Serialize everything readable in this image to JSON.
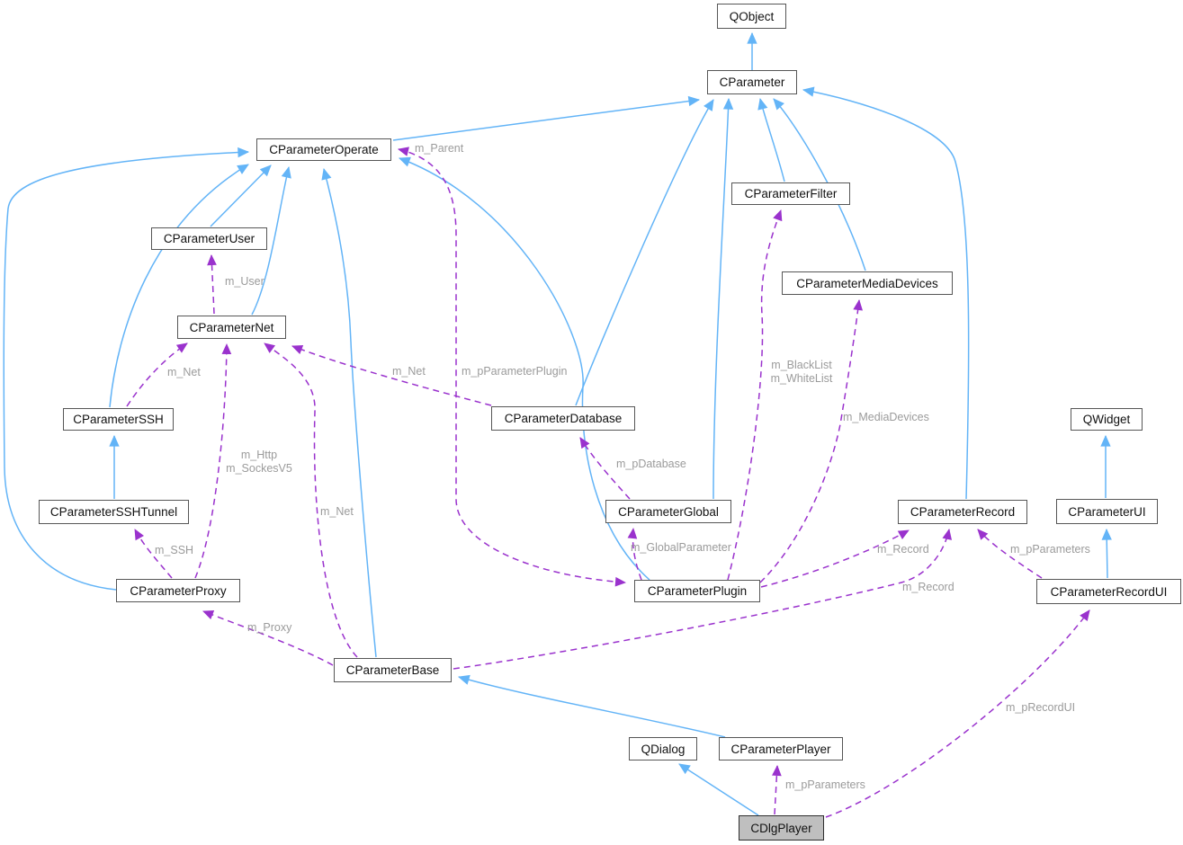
{
  "diagram": {
    "type": "class-collaboration-graph",
    "colors": {
      "inheritance_edge": "#63b4f7",
      "usage_edge": "#9a32cd",
      "edge_label_text": "#9b9b9b",
      "node_background": "#ffffff",
      "node_border": "#565656",
      "selected_node_background": "#bfbfbf"
    },
    "nodes": {
      "qobject": {
        "label": "QObject"
      },
      "cparameter": {
        "label": "CParameter"
      },
      "cparameteroperate": {
        "label": "CParameterOperate"
      },
      "cparameterfilter": {
        "label": "CParameterFilter"
      },
      "cparameteruser": {
        "label": "CParameterUser"
      },
      "cparametermediadevices": {
        "label": "CParameterMediaDevices"
      },
      "cparameternet": {
        "label": "CParameterNet"
      },
      "cparameterssh": {
        "label": "CParameterSSH"
      },
      "cparameterdatabase": {
        "label": "CParameterDatabase"
      },
      "qwidget": {
        "label": "QWidget"
      },
      "cparametersshtunnel": {
        "label": "CParameterSSHTunnel"
      },
      "cparameterglobal": {
        "label": "CParameterGlobal"
      },
      "cparameterrecord": {
        "label": "CParameterRecord"
      },
      "cparameterui": {
        "label": "CParameterUI"
      },
      "cparameterproxy": {
        "label": "CParameterProxy"
      },
      "cparameterplugin": {
        "label": "CParameterPlugin"
      },
      "cparameterrecordui": {
        "label": "CParameterRecordUI"
      },
      "cparameterbase": {
        "label": "CParameterBase"
      },
      "qdialog": {
        "label": "QDialog"
      },
      "cparameterplayer": {
        "label": "CParameterPlayer"
      },
      "cdlgplayer": {
        "label": "CDlgPlayer",
        "selected": true
      }
    },
    "edge_labels": {
      "m_parent": "m_Parent",
      "m_pparameterplugin": "m_pParameterPlugin",
      "m_user": "m_User",
      "m_net_ssh": "m_Net",
      "m_http": "m_Http",
      "m_sockesv5": "m_SockesV5",
      "m_ssh": "m_SSH",
      "m_net_base": "m_Net",
      "m_net_db": "m_Net",
      "m_pdatabase": "m_pDatabase",
      "m_globalparameter": "m_GlobalParameter",
      "m_blacklist": "m_BlackList",
      "m_whitelist": "m_WhiteList",
      "m_mediadevices": "m_MediaDevices",
      "m_record_plugin": "m_Record",
      "m_record_base": "m_Record",
      "m_pparameters_recordui": "m_pParameters",
      "m_proxy": "m_Proxy",
      "m_pparameters_player": "m_pParameters",
      "m_precordui": "m_pRecordUI"
    },
    "edges": [
      {
        "type": "inheritance",
        "from": "CParameter",
        "to": "QObject"
      },
      {
        "type": "inheritance",
        "from": "CParameterOperate",
        "to": "CParameter"
      },
      {
        "type": "inheritance",
        "from": "CParameterUser",
        "to": "CParameterOperate"
      },
      {
        "type": "inheritance",
        "from": "CParameterNet",
        "to": "CParameterOperate"
      },
      {
        "type": "inheritance",
        "from": "CParameterSSH",
        "to": "CParameterOperate"
      },
      {
        "type": "inheritance",
        "from": "CParameterSSHTunnel",
        "to": "CParameterSSH"
      },
      {
        "type": "inheritance",
        "from": "CParameterProxy",
        "to": "CParameterOperate"
      },
      {
        "type": "inheritance",
        "from": "CParameterBase",
        "to": "CParameterOperate"
      },
      {
        "type": "inheritance",
        "from": "CParameterPlugin",
        "to": "CParameterOperate"
      },
      {
        "type": "inheritance",
        "from": "CParameterDatabase",
        "to": "CParameter"
      },
      {
        "type": "inheritance",
        "from": "CParameterGlobal",
        "to": "CParameter"
      },
      {
        "type": "inheritance",
        "from": "CParameterFilter",
        "to": "CParameter"
      },
      {
        "type": "inheritance",
        "from": "CParameterMediaDevices",
        "to": "CParameter"
      },
      {
        "type": "inheritance",
        "from": "CParameterRecord",
        "to": "CParameter"
      },
      {
        "type": "inheritance",
        "from": "CParameterUI",
        "to": "QWidget"
      },
      {
        "type": "inheritance",
        "from": "CParameterRecordUI",
        "to": "CParameterUI"
      },
      {
        "type": "inheritance",
        "from": "CParameterPlayer",
        "to": "CParameterBase"
      },
      {
        "type": "inheritance",
        "from": "CDlgPlayer",
        "to": "QDialog"
      },
      {
        "type": "usage",
        "from": "CParameterPlugin",
        "to": "CParameterOperate",
        "labels": [
          "m_Parent",
          "m_pParameterPlugin"
        ],
        "bidirectional": true
      },
      {
        "type": "usage",
        "from": "CParameterNet",
        "to": "CParameterUser",
        "labels": [
          "m_User"
        ]
      },
      {
        "type": "usage",
        "from": "CParameterSSH",
        "to": "CParameterNet",
        "labels": [
          "m_Net"
        ]
      },
      {
        "type": "usage",
        "from": "CParameterProxy",
        "to": "CParameterNet",
        "labels": [
          "m_Http",
          "m_SockesV5"
        ]
      },
      {
        "type": "usage",
        "from": "CParameterProxy",
        "to": "CParameterSSHTunnel",
        "labels": [
          "m_SSH"
        ]
      },
      {
        "type": "usage",
        "from": "CParameterBase",
        "to": "CParameterNet",
        "labels": [
          "m_Net"
        ]
      },
      {
        "type": "usage",
        "from": "CParameterDatabase",
        "to": "CParameterNet",
        "labels": [
          "m_Net"
        ]
      },
      {
        "type": "usage",
        "from": "CParameterGlobal",
        "to": "CParameterDatabase",
        "labels": [
          "m_pDatabase"
        ]
      },
      {
        "type": "usage",
        "from": "CParameterPlugin",
        "to": "CParameterGlobal",
        "labels": [
          "m_GlobalParameter"
        ]
      },
      {
        "type": "usage",
        "from": "CParameterPlugin",
        "to": "CParameterFilter",
        "labels": [
          "m_BlackList",
          "m_WhiteList"
        ]
      },
      {
        "type": "usage",
        "from": "CParameterPlugin",
        "to": "CParameterMediaDevices",
        "labels": [
          "m_MediaDevices"
        ]
      },
      {
        "type": "usage",
        "from": "CParameterPlugin",
        "to": "CParameterRecord",
        "labels": [
          "m_Record"
        ]
      },
      {
        "type": "usage",
        "from": "CParameterBase",
        "to": "CParameterRecord",
        "labels": [
          "m_Record"
        ]
      },
      {
        "type": "usage",
        "from": "CParameterRecordUI",
        "to": "CParameterRecord",
        "labels": [
          "m_pParameters"
        ]
      },
      {
        "type": "usage",
        "from": "CDlgPlayer",
        "to": "CParameterRecordUI",
        "labels": [
          "m_pRecordUI"
        ]
      },
      {
        "type": "usage",
        "from": "CDlgPlayer",
        "to": "CParameterPlayer",
        "labels": [
          "m_pParameters"
        ]
      },
      {
        "type": "usage",
        "from": "CParameterBase",
        "to": "CParameterProxy",
        "labels": [
          "m_Proxy"
        ]
      }
    ]
  }
}
